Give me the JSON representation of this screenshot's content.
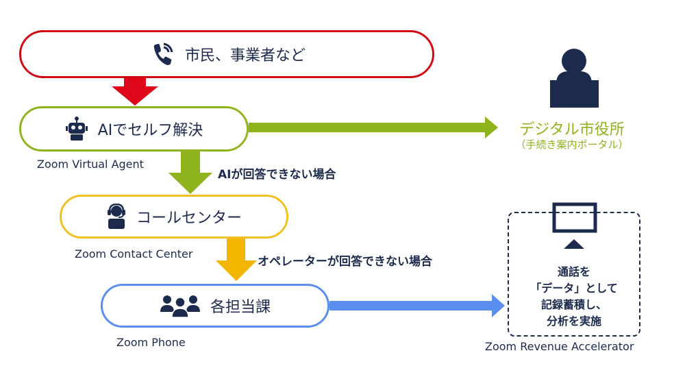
{
  "nodes": {
    "citizens": {
      "label": "市民、事業者など",
      "icon": "phone-icon",
      "border_color": "#cf0a12"
    },
    "ai_self_service": {
      "label": "AIでセルフ解決",
      "icon": "robot-icon",
      "border_color": "#8fb31d",
      "caption": "Zoom Virtual Agent"
    },
    "contact_center": {
      "label": "コールセンター",
      "icon": "operator-headset-icon",
      "border_color": "#f3c11f",
      "caption": "Zoom Contact Center"
    },
    "departments": {
      "label": "各担当課",
      "icon": "group-people-icon",
      "border_color": "#5a8ef0",
      "caption": "Zoom Phone"
    }
  },
  "edges": {
    "ai_to_cc": "AIが回答できない場合",
    "cc_to_dept": "オペレーターが回答できない場合"
  },
  "digital_city_hall": {
    "title": "デジタル市役所",
    "subtitle": "（手続き案内ポータル）",
    "icon": "person-at-desk-icon",
    "color": "#8fb31d"
  },
  "revenue_accelerator": {
    "lines": [
      "通話を",
      "「データ」として",
      "記録蓄積し、",
      "分析を実施"
    ],
    "caption": "Zoom Revenue Accelerator",
    "icon": "monitor-icon"
  }
}
